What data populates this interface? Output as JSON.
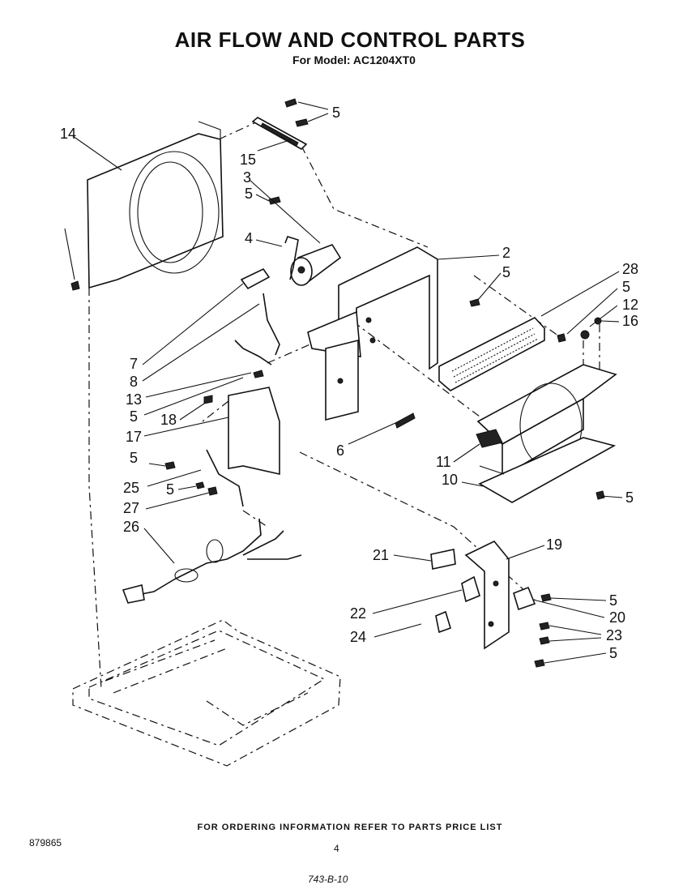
{
  "header": {
    "title": "AIR FLOW AND CONTROL PARTS",
    "subtitle": "For Model: AC1204XT0"
  },
  "callouts": [
    "14",
    "5",
    "15",
    "3",
    "5",
    "4",
    "2",
    "5",
    "28",
    "5",
    "12",
    "16",
    "7",
    "8",
    "13",
    "5",
    "18",
    "17",
    "6",
    "11",
    "5",
    "10",
    "5",
    "25",
    "5",
    "27",
    "26",
    "21",
    "19",
    "5",
    "22",
    "20",
    "24",
    "23",
    "5"
  ],
  "footer": {
    "ordering_note": "FOR ORDERING INFORMATION REFER TO PARTS PRICE LIST",
    "document_number": "879865",
    "page_number": "4",
    "handwritten_note": "743-B-10"
  }
}
